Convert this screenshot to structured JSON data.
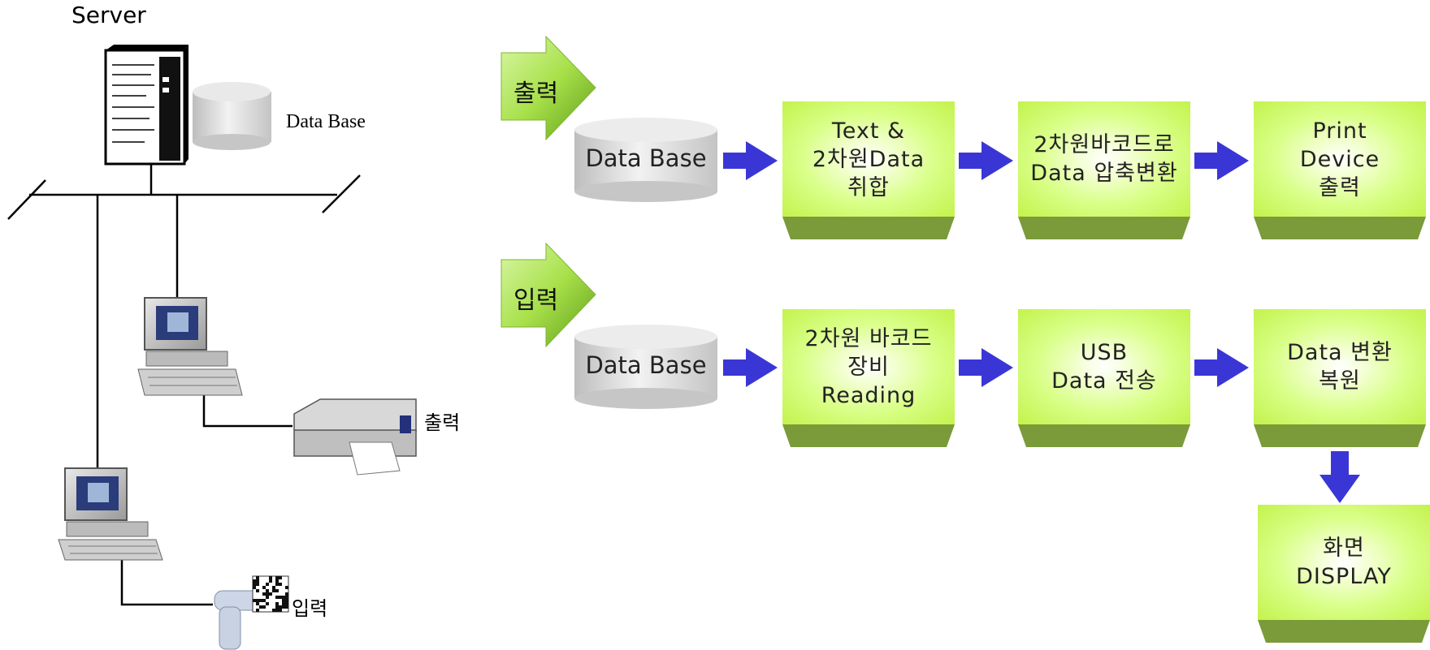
{
  "left_panel": {
    "server_title": "Server",
    "database_label": "Data Base",
    "printer_label": "출력",
    "scanner_label": "입력"
  },
  "flow": {
    "output_row": {
      "tag": "출력",
      "source": "Data Base",
      "steps": [
        "Text &\n2차원Data\n취합",
        "2차원바코드로\nData 압축변환",
        "Print\nDevice\n출력"
      ]
    },
    "input_row": {
      "tag": "입력",
      "source": "Data Base",
      "steps": [
        "2차원 바코드\n장비\nReading",
        "USB\nData 전송",
        "Data 변환\n복원"
      ],
      "final_step": "화면\nDISPLAY"
    }
  },
  "colors": {
    "box_fill": "#c9f35a",
    "box_base": "#7b9a3a",
    "arrow": "#3a36d6",
    "tag_arrow": "#8fce2a"
  }
}
